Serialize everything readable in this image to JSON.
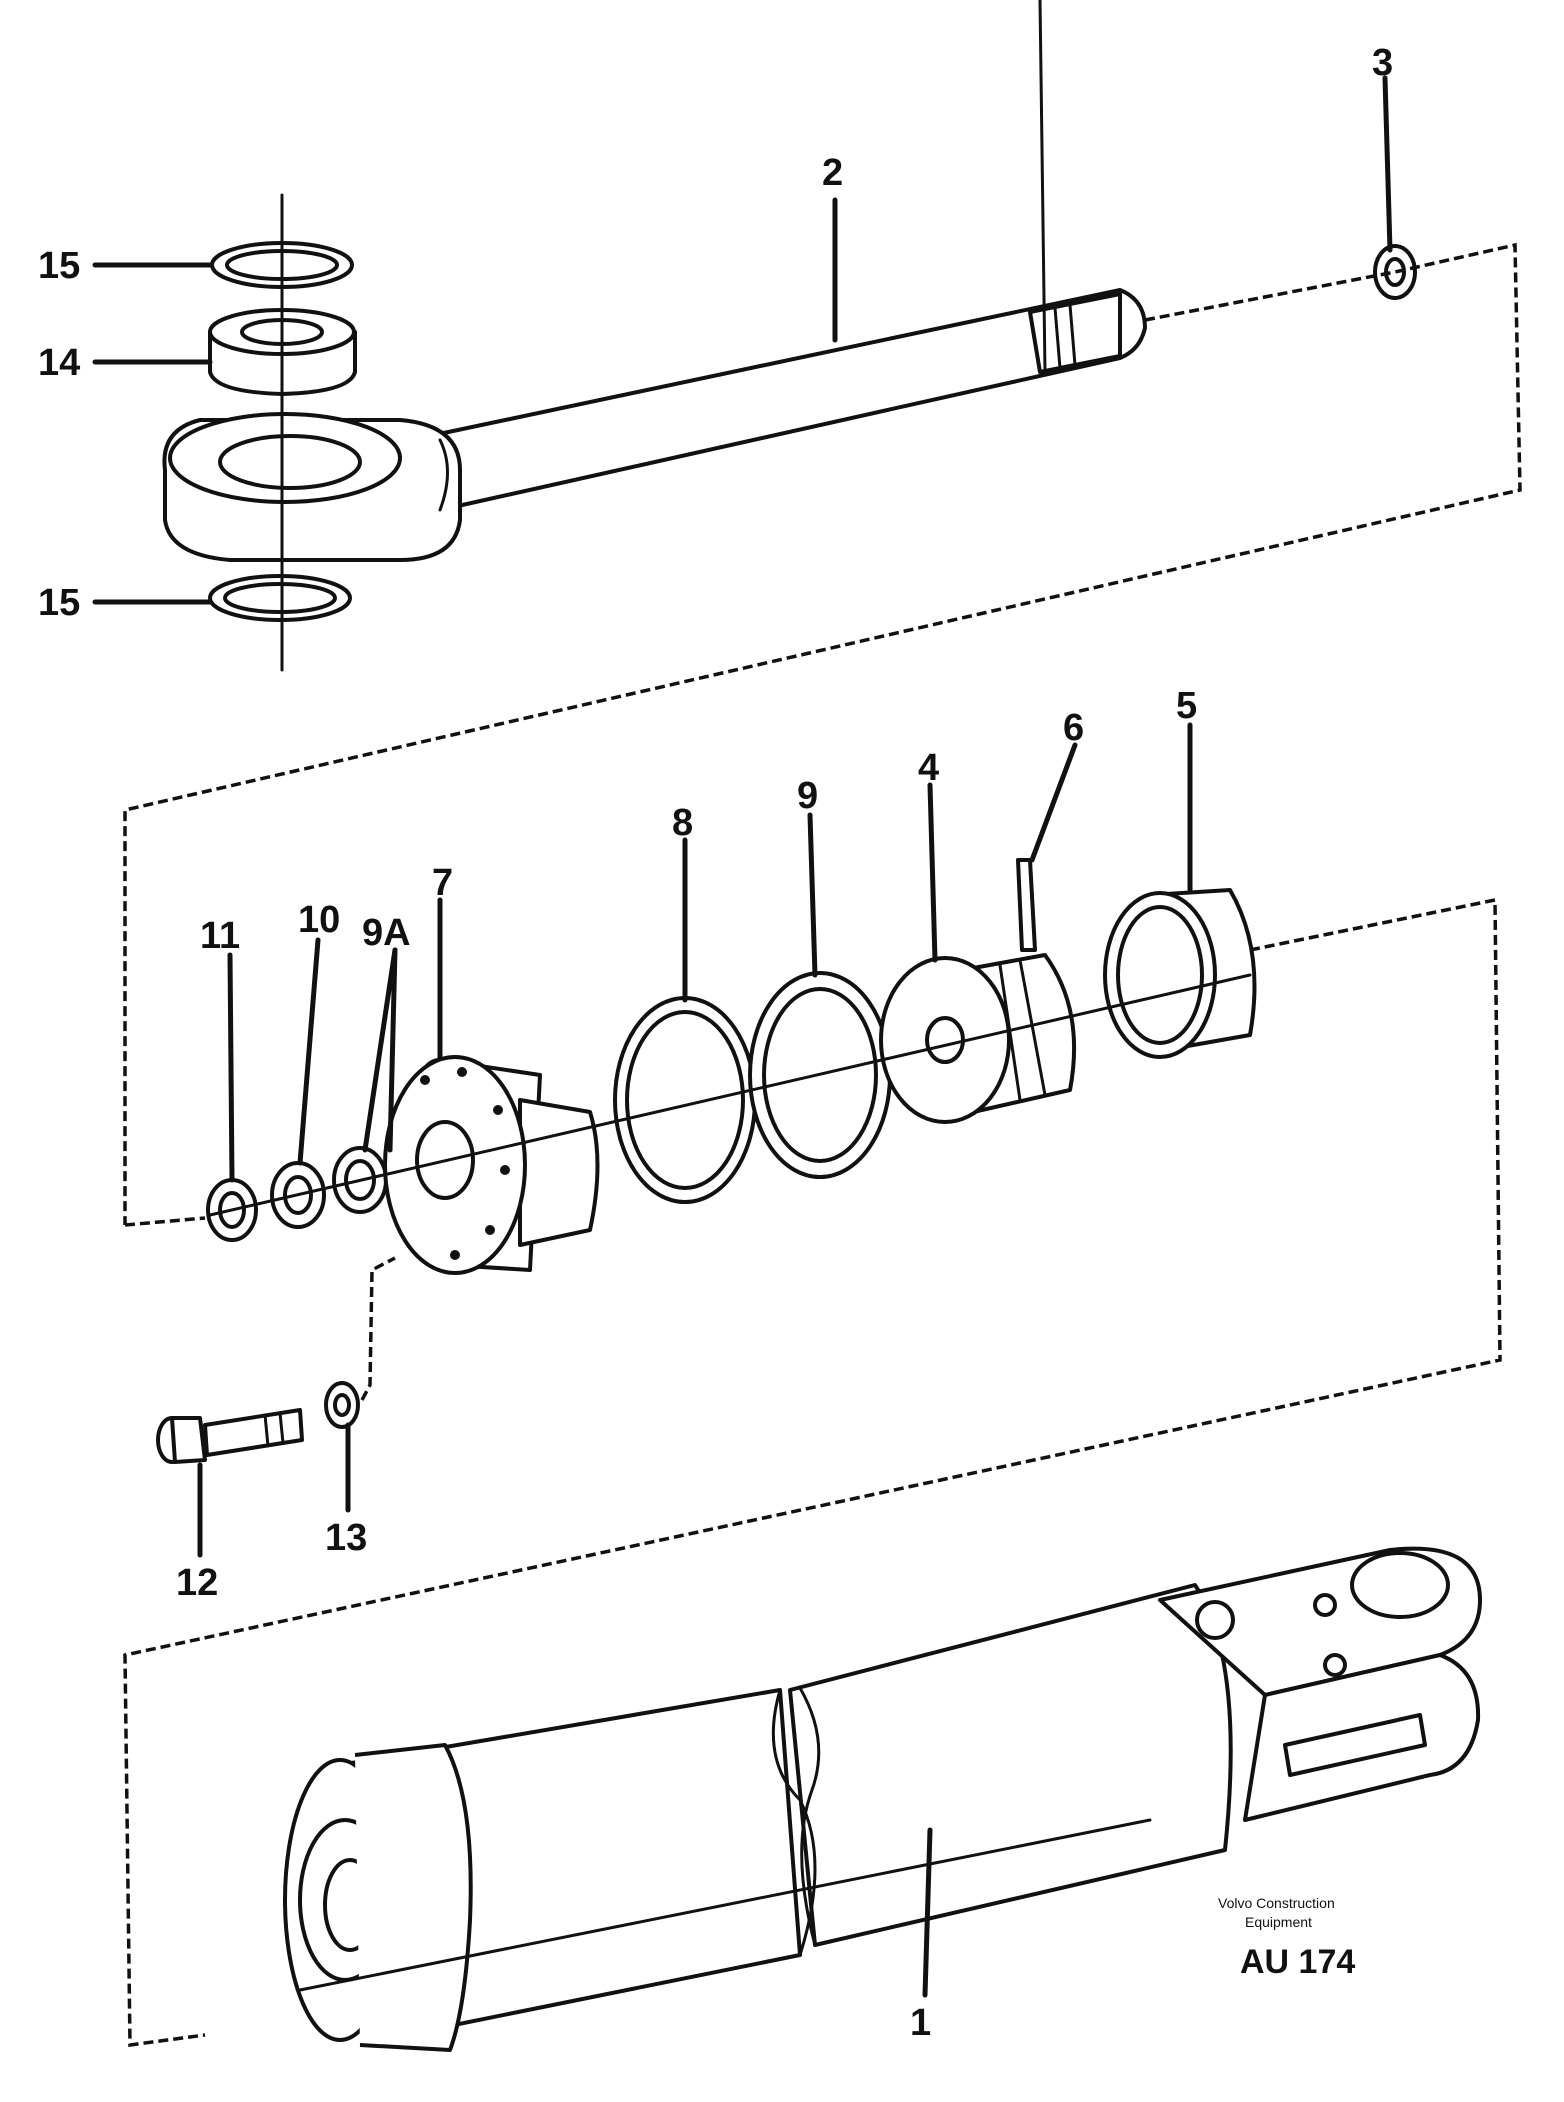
{
  "diagram": {
    "part_labels": {
      "p1": "1",
      "p2": "2",
      "p3": "3",
      "p4": "4",
      "p5": "5",
      "p6": "6",
      "p7": "7",
      "p8": "8",
      "p9": "9",
      "p9a": "9A",
      "p10": "10",
      "p11": "11",
      "p12": "12",
      "p13": "13",
      "p14": "14",
      "p15a": "15",
      "p15b": "15"
    },
    "publisher_line1": "Volvo Construction",
    "publisher_line2": "Equipment",
    "drawing_code": "AU 174"
  }
}
